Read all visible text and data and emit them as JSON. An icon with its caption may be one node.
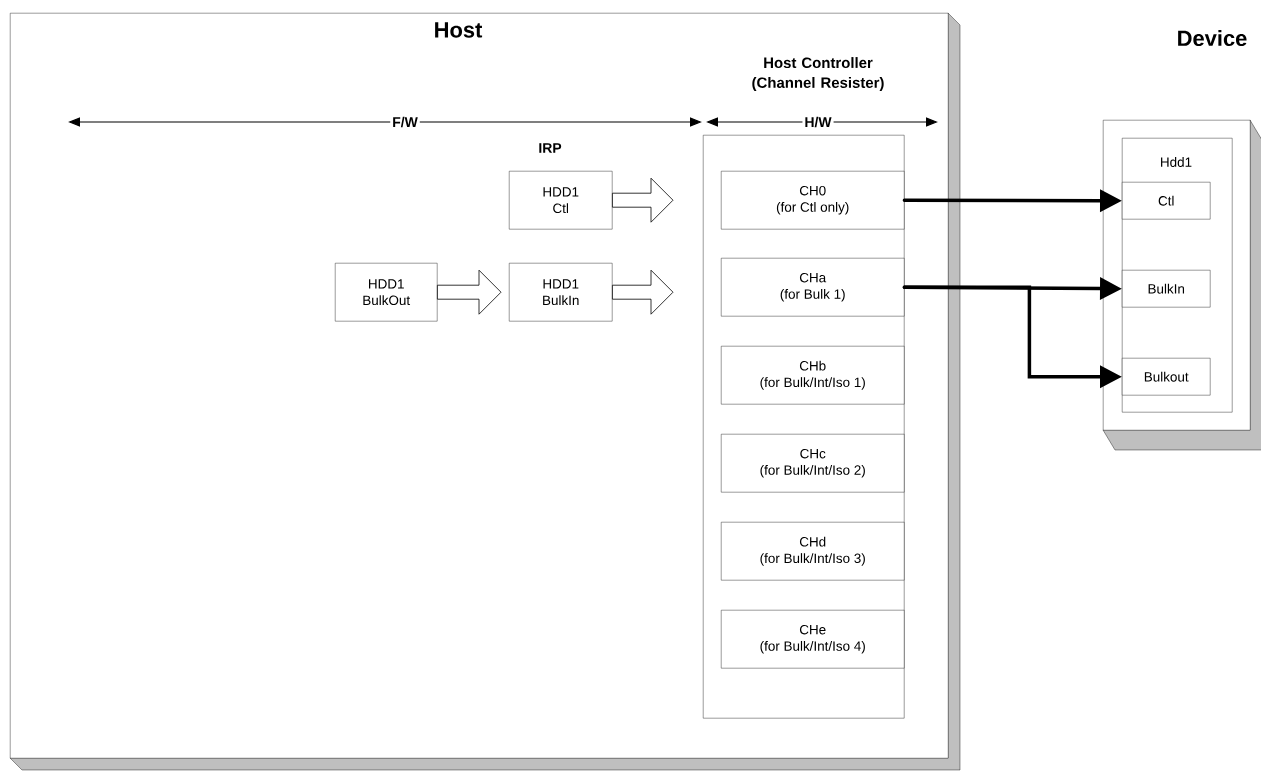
{
  "diagram": {
    "nodes": [
      {
        "text": [
          "Host"
        ]
      },
      {
        "text": [
          "Host Controller (Channel Resister)"
        ],
        "in": 0
      },
      {
        "text": [
          "HDD1",
          "Ctl"
        ],
        "in": 0
      },
      {
        "text": [
          "HDD1",
          "BulkOut"
        ],
        "in": 0
      },
      {
        "text": [
          "HDD1",
          "BulkIn"
        ],
        "in": 0
      },
      {
        "text": [
          "CH0",
          "(for Ctl only)"
        ],
        "in": 1
      },
      {
        "text": [
          "CHa",
          "(for Bulk 1)"
        ],
        "in": 1
      },
      {
        "text": [
          "CHb",
          "(for Bulk/Int/Iso 1)"
        ],
        "in": 1
      },
      {
        "text": [
          "CHc",
          "(for Bulk/Int/Iso 2)"
        ],
        "in": 1
      },
      {
        "text": [
          "CHd",
          "(for Bulk/Int/Iso 3)"
        ],
        "in": 1
      },
      {
        "text": [
          "CHe",
          "(for Bulk/Int/Iso 4)"
        ],
        "in": 1
      },
      {
        "text": [
          "Device"
        ]
      },
      {
        "text": [
          "Hdd1"
        ],
        "in": 11
      },
      {
        "text": [
          "Ctl"
        ],
        "in": 12
      },
      {
        "text": [
          "BulkIn"
        ],
        "in": 12
      },
      {
        "text": [
          "Bulkout"
        ],
        "in": 12
      }
    ],
    "edges": [
      {
        "from": 2,
        "to": 1,
        "arrow": "to"
      },
      {
        "from": 3,
        "to": 4,
        "arrow": "to"
      },
      {
        "from": 4,
        "to": 1,
        "arrow": "to"
      },
      {
        "from": 5,
        "to": 13,
        "arrow": "to"
      },
      {
        "from": 6,
        "to": 14,
        "arrow": "to"
      },
      {
        "from": 6,
        "to": 15,
        "arrow": "to"
      }
    ],
    "labels": [
      "F/W",
      "H/W",
      "IRP"
    ]
  }
}
